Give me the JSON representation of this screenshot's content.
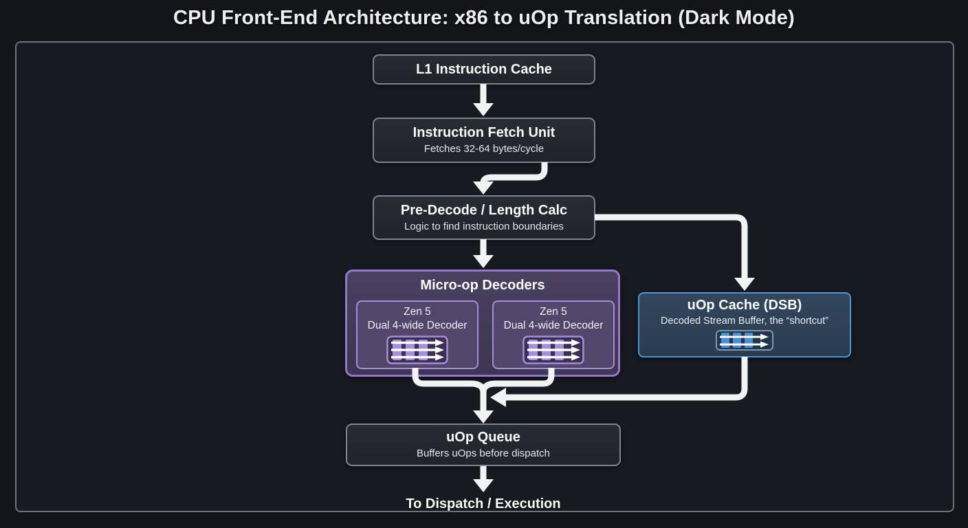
{
  "title": "CPU Front-End Architecture: x86 to uOp Translation (Dark Mode)",
  "nodes": {
    "l1_cache": {
      "title": "L1 Instruction Cache"
    },
    "fetch_unit": {
      "title": "Instruction Fetch Unit",
      "subtitle": "Fetches 32-64 bytes/cycle"
    },
    "predecode": {
      "title": "Pre-Decode / Length Calc",
      "subtitle": "Logic to find instruction boundaries"
    },
    "decoders": {
      "title": "Micro-op Decoders",
      "units": [
        {
          "line1": "Zen 5",
          "line2": "Dual 4-wide Decoder",
          "icon": "decoder-pipes-arrows-icon"
        },
        {
          "line1": "Zen 5",
          "line2": "Dual 4-wide Decoder",
          "icon": "decoder-pipes-arrows-icon"
        }
      ]
    },
    "uop_cache": {
      "title": "uOp Cache (DSB)",
      "subtitle": "Decoded Stream Buffer, the “shortcut”",
      "icon": "cache-pipes-arrows-icon"
    },
    "uop_queue": {
      "title": "uOp Queue",
      "subtitle": "Buffers uOps before dispatch"
    },
    "dispatch": {
      "label": "To Dispatch / Execution"
    }
  },
  "colors": {
    "page_background": "#131519",
    "panel_fill": "#181a21",
    "panel_border": "#6c737e",
    "box_fill": "#23262d",
    "box_border": "#7c8591",
    "purple_border": "#9478cc",
    "purple_fill": "#433a58",
    "purple_inner_fill": "#52466b",
    "purple_bar": "#a78fe0",
    "blue_border": "#4f94d6",
    "blue_fill": "#2e4156",
    "blue_bar": "#4a8fd4",
    "arrow": "#f2f3f5",
    "text": "#fafafa"
  }
}
